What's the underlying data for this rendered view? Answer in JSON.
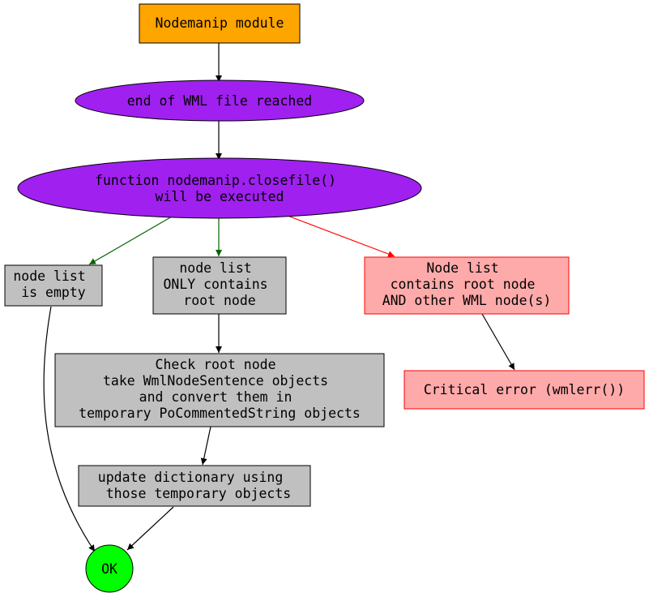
{
  "diagram": {
    "nodes": {
      "module": {
        "lines": [
          "Nodemanip module"
        ],
        "fill": "#ffa500",
        "stroke": "#000000"
      },
      "eof": {
        "lines": [
          "end of WML file reached"
        ],
        "fill": "#a020f0",
        "stroke": "#000000"
      },
      "closefile": {
        "lines": [
          "function nodemanip.closefile()",
          "will be executed"
        ],
        "fill": "#a020f0",
        "stroke": "#000000"
      },
      "empty": {
        "lines": [
          "node list",
          "is empty"
        ],
        "fill": "#c0c0c0",
        "stroke": "#000000"
      },
      "only_root": {
        "lines": [
          "node list",
          "ONLY contains",
          "root node"
        ],
        "fill": "#c0c0c0",
        "stroke": "#000000"
      },
      "root_and_other": {
        "lines": [
          "Node list",
          "contains root node",
          "AND other WML node(s)"
        ],
        "fill": "#ffaaaa",
        "stroke": "#ff0000"
      },
      "check_root": {
        "lines": [
          "Check root node",
          "take WmlNodeSentence objects",
          "and convert them in",
          "temporary PoCommentedString objects"
        ],
        "fill": "#c0c0c0",
        "stroke": "#000000"
      },
      "critical": {
        "lines": [
          "Critical error (wmlerr())"
        ],
        "fill": "#ffaaaa",
        "stroke": "#ff0000"
      },
      "update_dict": {
        "lines": [
          "update dictionary using",
          " those temporary objects"
        ],
        "fill": "#c0c0c0",
        "stroke": "#000000"
      },
      "ok": {
        "lines": [
          "OK"
        ],
        "fill": "#00ff00",
        "stroke": "#000000"
      }
    },
    "edge_colors": {
      "default": "#000000",
      "green": "#006400",
      "red": "#ff0000"
    }
  }
}
